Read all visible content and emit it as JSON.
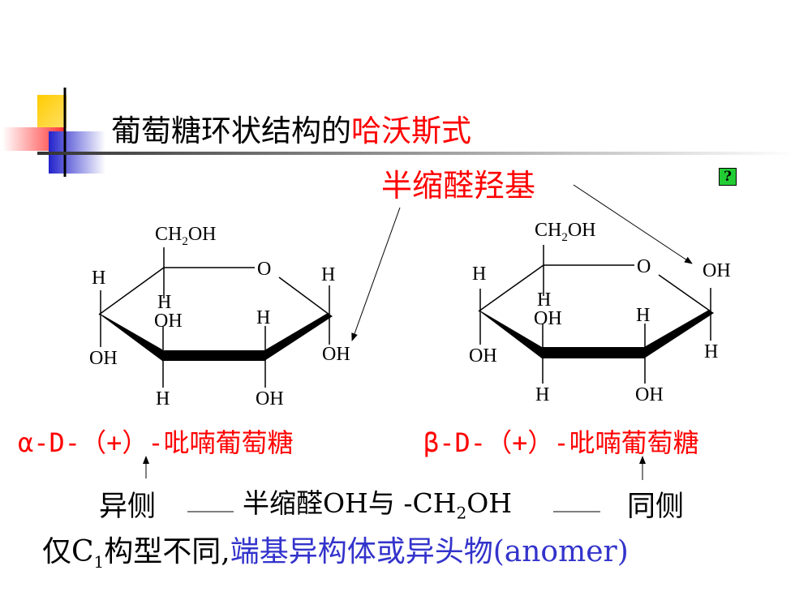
{
  "title": {
    "prefix": "葡萄糖环状结构的",
    "highlight": "哈沃斯式"
  },
  "hemiacetal_label": "半缩醛羟基",
  "help_icon": "?",
  "alpha": {
    "ch2oh_pre": "CH",
    "ch2oh_sub": "2",
    "ch2oh_post": "OH",
    "o": "O",
    "c1_top": "H",
    "c1_bottom": "OH",
    "c2_top": "H",
    "c2_bottom": "OH",
    "c3_top": "OH",
    "c3_bottom": "H",
    "c4_top": "H",
    "c4_bottom": "OH",
    "c5_h": "H",
    "name": "α-D-（+）-吡喃葡萄糖"
  },
  "beta": {
    "ch2oh_pre": "CH",
    "ch2oh_sub": "2",
    "ch2oh_post": "OH",
    "o": "O",
    "c1_top": "OH",
    "c1_bottom": "H",
    "c2_top": "H",
    "c2_bottom": "OH",
    "c3_top": "OH",
    "c3_bottom": "H",
    "c4_top": "H",
    "c4_bottom": "OH",
    "c5_h": "H",
    "name": "β-D-（+）-吡喃葡萄糖"
  },
  "side_different": "异侧",
  "side_same": "同侧",
  "comparison": {
    "pre": "半缩醛OH与 -CH",
    "sub": "2",
    "post": "OH"
  },
  "summary": {
    "pre": "仅C",
    "sub": "1",
    "post": "构型不同,",
    "highlight": "端基异构体或异头物(anomer)"
  },
  "colors": {
    "accent_red": "#ff0000",
    "accent_blue": "#3333cc",
    "help_green": "#22cc33"
  }
}
